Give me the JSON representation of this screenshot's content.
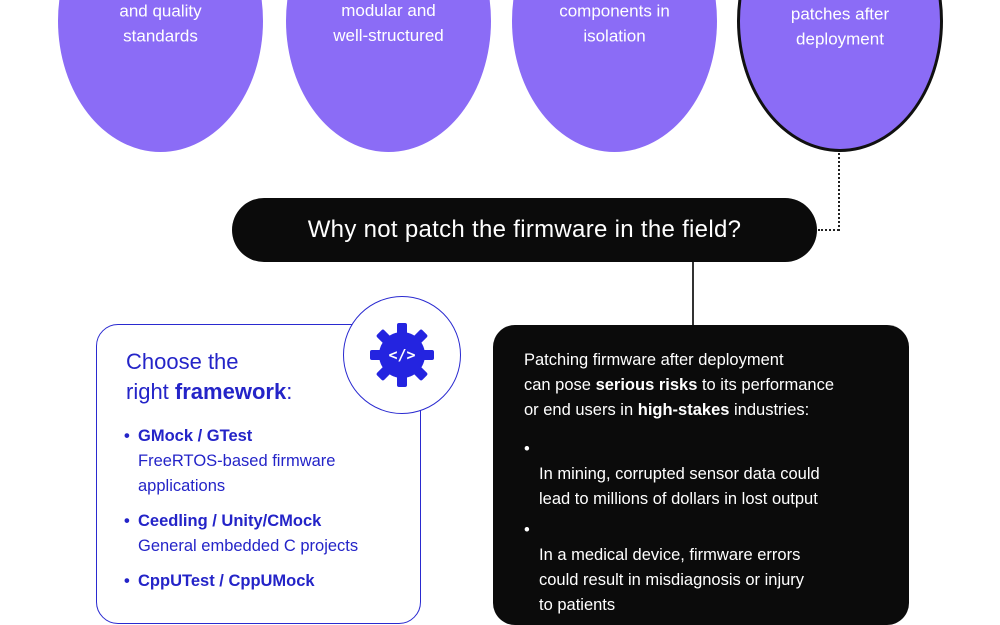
{
  "benefits": [
    {
      "text": "Verify that all\ncode meets\nrequirements\nand quality\nstandards"
    },
    {
      "text": "Confirm that\nthe firmware is\nmodular and\nwell-structured"
    },
    {
      "text": "Fix bugs\nsooner by testing\nindividual software\ncomponents in\nisolation"
    },
    {
      "text": "Eliminate\nthe need\nfor firmware\npatches after\ndeployment"
    }
  ],
  "question": "Why not patch the firmware in the field?",
  "framework": {
    "title_prefix": "Choose the",
    "title_mid": "right ",
    "title_bold": "framework",
    "title_suffix": ":",
    "items": [
      {
        "bullet": "•",
        "name": "GMock / GTest",
        "desc": "FreeRTOS-based firmware\napplications"
      },
      {
        "bullet": "•",
        "name": "Ceedling / Unity/CMock",
        "desc": "General embedded C projects"
      },
      {
        "bullet": "•",
        "name": "CppUTest / CppUMock",
        "desc": ""
      }
    ],
    "icon_name": "gear-code-icon",
    "icon_glyph": "</>"
  },
  "risks": {
    "intro_1": "Patching firmware after deployment",
    "intro_2a": "can pose ",
    "intro_2b": "serious risks",
    "intro_2c": " to its performance",
    "intro_3a": "or end users in ",
    "intro_3b": "high-stakes",
    "intro_3c": " industries:",
    "items": [
      {
        "bullet": "•",
        "text": "In mining, corrupted sensor data could\nlead to millions of dollars in lost output"
      },
      {
        "bullet": "•",
        "text": "In a medical device, firmware errors\ncould result in misdiagnosis or injury\nto patients"
      }
    ]
  },
  "colors": {
    "circle": "#8b6cf6",
    "dark": "#0b0b0b",
    "blue": "#2424c8"
  }
}
